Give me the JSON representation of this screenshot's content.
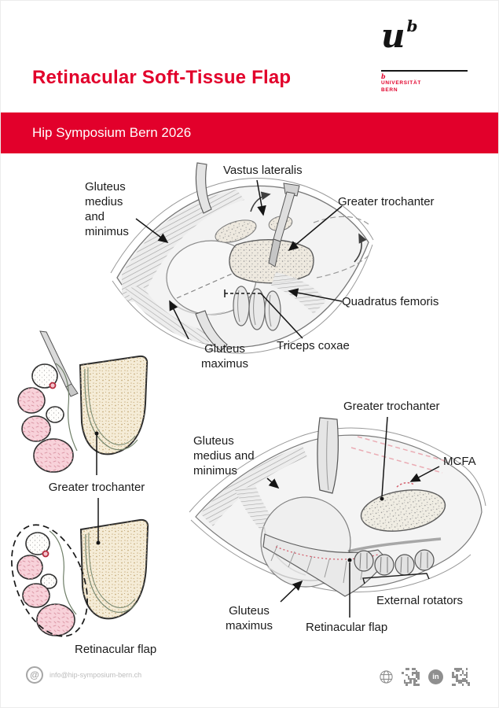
{
  "poster": {
    "title": "Retinacular Soft-Tissue Flap",
    "banner": "Hip Symposium Bern 2026"
  },
  "logo": {
    "u": "u",
    "b": "b",
    "mark": "b",
    "line1": "UNIVERSITÄT",
    "line2": "BERN"
  },
  "figure1": {
    "labels": {
      "vastus_lateralis": "Vastus lateralis",
      "gluteus_medius": "Gluteus\nmedius\nand\nminimus",
      "greater_trochanter": "Greater trochanter",
      "quadratus_femoris": "Quadratus femoris",
      "triceps_coxae": "Triceps coxae",
      "gluteus_maximus": "Gluteus\nmaximus"
    }
  },
  "figure2": {
    "labels": {
      "greater_trochanter": "Greater trochanter",
      "retinacular_flap": "Retinacular flap"
    }
  },
  "figure3": {
    "labels": {
      "greater_trochanter": "Greater trochanter",
      "gluteus_medius": "Gluteus\nmedius and\nminimus",
      "mcfa": "MCFA",
      "external_rotators": "External rotators",
      "gluteus_maximus": "Gluteus\nmaximus",
      "retinacular_flap": "Retinacular flap"
    }
  },
  "footer": {
    "at_symbol": "@",
    "email": "info@hip-symposium-bern.ch",
    "linkedin": "in",
    "icons": [
      "at-icon",
      "globe-icon",
      "qr-code",
      "linkedin-icon",
      "qr-code"
    ]
  },
  "colors": {
    "brand_red": "#e2002b",
    "ink": "#1b1b1b",
    "footer_gray": "#8f8f8f"
  }
}
